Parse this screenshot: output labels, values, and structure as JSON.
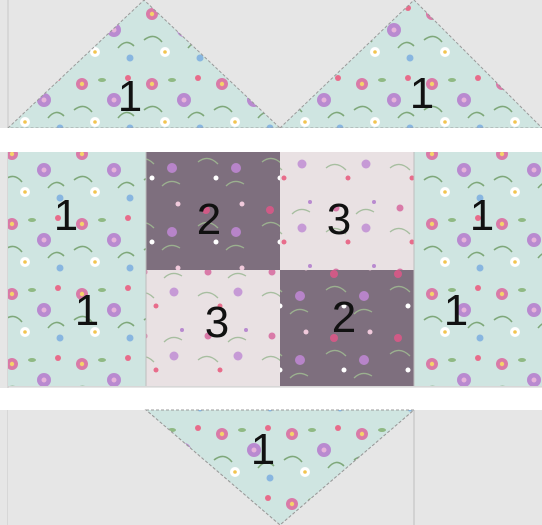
{
  "colors": {
    "background": "#e6e6e6",
    "fabric_1": "#cfe5e1",
    "fabric_2": "#7e6f7e",
    "fabric_3": "#e9e1e3",
    "seam": "#9a9a9a"
  },
  "labels": {
    "top_left_triangle": "1",
    "top_right_triangle": "1",
    "left_upper": "1",
    "left_lower": "1",
    "square_top_left": "2",
    "square_top_right": "3",
    "square_bottom_left": "3",
    "square_bottom_right": "2",
    "right_upper": "1",
    "right_lower": "1",
    "bottom_triangle": "1"
  }
}
